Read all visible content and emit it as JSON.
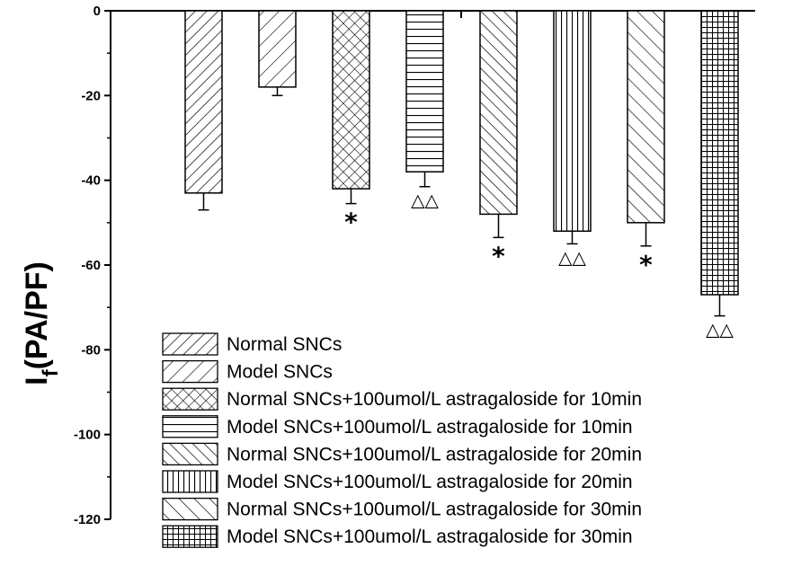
{
  "chart_data": {
    "type": "bar",
    "title": "",
    "xlabel": "",
    "ylabel": "I",
    "ylabel_subscript": "f",
    "ylabel_suffix": "(PA/PF)",
    "ylim": [
      -120,
      0
    ],
    "yticks": [
      0,
      -20,
      -40,
      -60,
      -80,
      -100,
      -120
    ],
    "ytick_labels": [
      "0",
      "-20",
      "-40",
      "-60",
      "-80",
      "-100",
      "-120"
    ],
    "grid": false,
    "legend_position": "bottom-left",
    "series": [
      {
        "name": "Normal SNCs",
        "value": -43,
        "error": 4,
        "pattern": "diag-right-dense",
        "marker": ""
      },
      {
        "name": "Model SNCs",
        "value": -18,
        "error": 2,
        "pattern": "diag-right-sparse",
        "marker": ""
      },
      {
        "name": "Normal SNCs+100umol/L astragaloside for 10min",
        "value": -42,
        "error": 3.5,
        "pattern": "crosshatch-diag",
        "marker": "*"
      },
      {
        "name": "Model SNCs+100umol/L astragaloside for 10min",
        "value": -38,
        "error": 3.5,
        "pattern": "horizontal",
        "marker": "△△"
      },
      {
        "name": "Normal SNCs+100umol/L astragaloside for 20min",
        "value": -48,
        "error": 5.5,
        "pattern": "diag-left-dense",
        "marker": "*"
      },
      {
        "name": "Model SNCs+100umol/L astragaloside for 20min",
        "value": -52,
        "error": 3,
        "pattern": "vertical",
        "marker": "△△"
      },
      {
        "name": "Normal SNCs+100umol/L astragaloside for 30min",
        "value": -50,
        "error": 5.5,
        "pattern": "diag-left-sparse",
        "marker": "*"
      },
      {
        "name": "Model SNCs+100umol/L astragaloside for 30min",
        "value": -67,
        "error": 5,
        "pattern": "grid",
        "marker": "△△"
      }
    ]
  }
}
